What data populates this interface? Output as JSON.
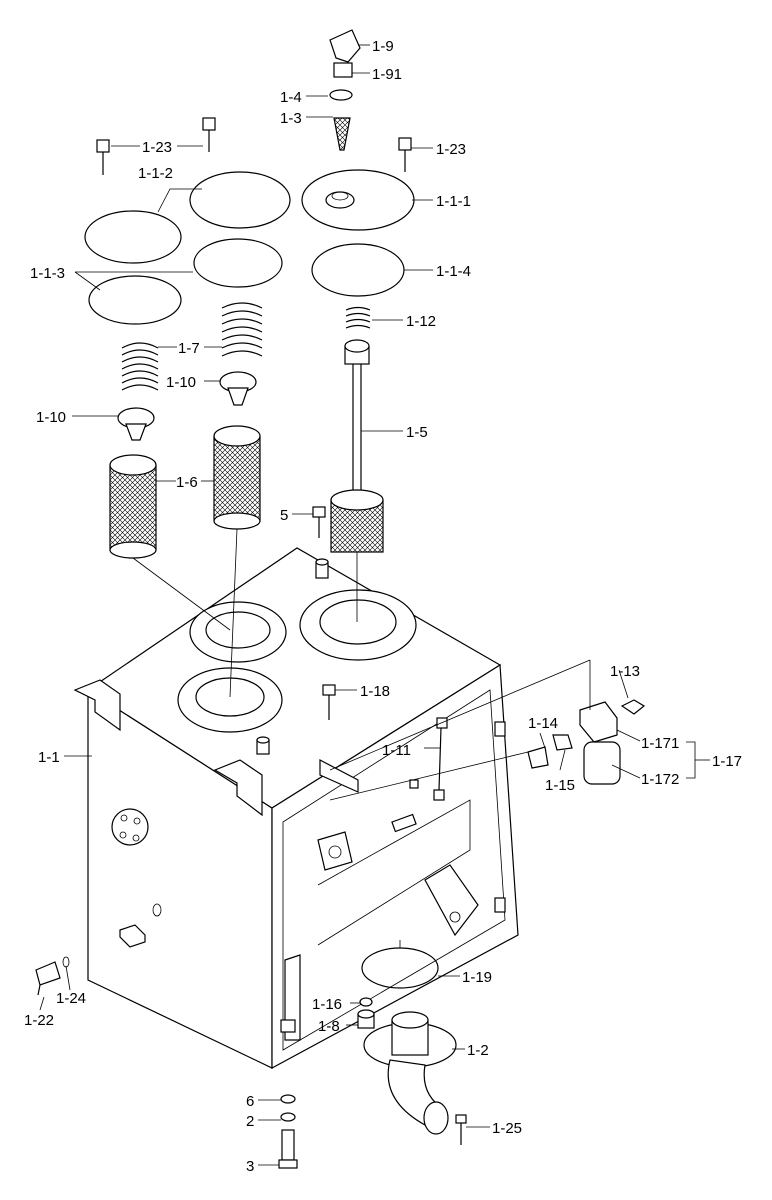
{
  "labels": {
    "p1_9": "1-9",
    "p1_91": "1-91",
    "p1_4": "1-4",
    "p1_3": "1-3",
    "p1_23_left": "1-23",
    "p1_23_right": "1-23",
    "p1_1_2": "1-1-2",
    "p1_1_1": "1-1-1",
    "p1_1_3": "1-1-3",
    "p1_1_4": "1-1-4",
    "p1_12": "1-12",
    "p1_7": "1-7",
    "p1_10_mid": "1-10",
    "p1_10_left": "1-10",
    "p1_5": "1-5",
    "p1_6": "1-6",
    "p5": "5",
    "p1_18": "1-18",
    "p1_13": "1-13",
    "p1_14": "1-14",
    "p1_11": "1-11",
    "p1_171": "1-171",
    "p1_17": "1-17",
    "p1_15": "1-15",
    "p1_172": "1-172",
    "p1_1": "1-1",
    "p1_19": "1-19",
    "p1_16": "1-16",
    "p1_8": "1-8",
    "p1_2": "1-2",
    "p1_22": "1-22",
    "p1_24": "1-24",
    "p6": "6",
    "p2": "2",
    "p3": "3",
    "p1_25": "1-25"
  }
}
